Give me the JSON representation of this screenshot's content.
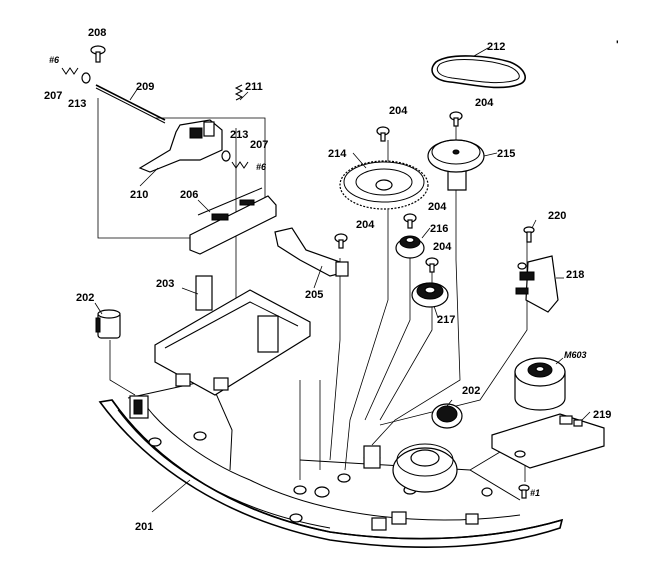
{
  "diagram": {
    "part_labels": {
      "p201": "201",
      "p202a": "202",
      "p202b": "202",
      "p203": "203",
      "p204a": "204",
      "p204b": "204",
      "p204c": "204",
      "p204d": "204",
      "p204e": "204",
      "p205": "205",
      "p206": "206",
      "p207a": "207",
      "p207b": "207",
      "p208": "208",
      "p209": "209",
      "p210": "210",
      "p211": "211",
      "p212": "212",
      "p213a": "213",
      "p213b": "213",
      "p214": "214",
      "p215": "215",
      "p216": "216",
      "p217": "217",
      "p218": "218",
      "p219": "219",
      "p220": "220",
      "m603": "M603",
      "h6a": "#6",
      "h6b": "#6",
      "h1": "#1"
    },
    "corner_mark": "'"
  }
}
